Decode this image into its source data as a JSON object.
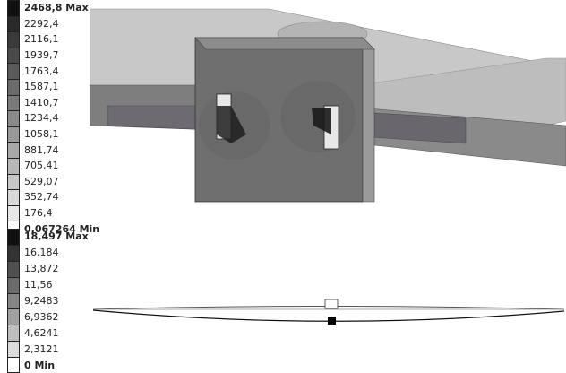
{
  "stress_legend": {
    "entries": [
      {
        "label": "2468,8 Max",
        "bold": true,
        "color": "#111111"
      },
      {
        "label": "2292,4",
        "bold": false,
        "color": "#2a2a2a"
      },
      {
        "label": "2116,1",
        "bold": false,
        "color": "#3a3a3a"
      },
      {
        "label": "1939,7",
        "bold": false,
        "color": "#4a4a4a"
      },
      {
        "label": "1763,4",
        "bold": false,
        "color": "#5a5a5a"
      },
      {
        "label": "1587,1",
        "bold": false,
        "color": "#6a6a6a"
      },
      {
        "label": "1410,7",
        "bold": false,
        "color": "#7a7a7a"
      },
      {
        "label": "1234,4",
        "bold": false,
        "color": "#8a8a8a"
      },
      {
        "label": "1058,1",
        "bold": false,
        "color": "#999999"
      },
      {
        "label": "881,74",
        "bold": false,
        "color": "#a8a8a8"
      },
      {
        "label": "705,41",
        "bold": false,
        "color": "#b8b8b8"
      },
      {
        "label": "529,07",
        "bold": false,
        "color": "#c8c8c8"
      },
      {
        "label": "352,74",
        "bold": false,
        "color": "#d8d8d8"
      },
      {
        "label": "176,4",
        "bold": false,
        "color": "#e8e8e8"
      },
      {
        "label": "0,067264 Min",
        "bold": true,
        "color": "#ffffff"
      }
    ]
  },
  "deformation_legend": {
    "entries": [
      {
        "label": "18,497 Max",
        "bold": true,
        "color": "#111111"
      },
      {
        "label": "16,184",
        "bold": false,
        "color": "#333333"
      },
      {
        "label": "13,872",
        "bold": false,
        "color": "#505050"
      },
      {
        "label": "11,56",
        "bold": false,
        "color": "#6a6a6a"
      },
      {
        "label": "9,2483",
        "bold": false,
        "color": "#858585"
      },
      {
        "label": "6,9362",
        "bold": false,
        "color": "#a0a0a0"
      },
      {
        "label": "4,6241",
        "bold": false,
        "color": "#bdbdbd"
      },
      {
        "label": "2,3121",
        "bold": false,
        "color": "#dcdcdc"
      },
      {
        "label": "0 Min",
        "bold": true,
        "color": "#ffffff"
      }
    ]
  }
}
